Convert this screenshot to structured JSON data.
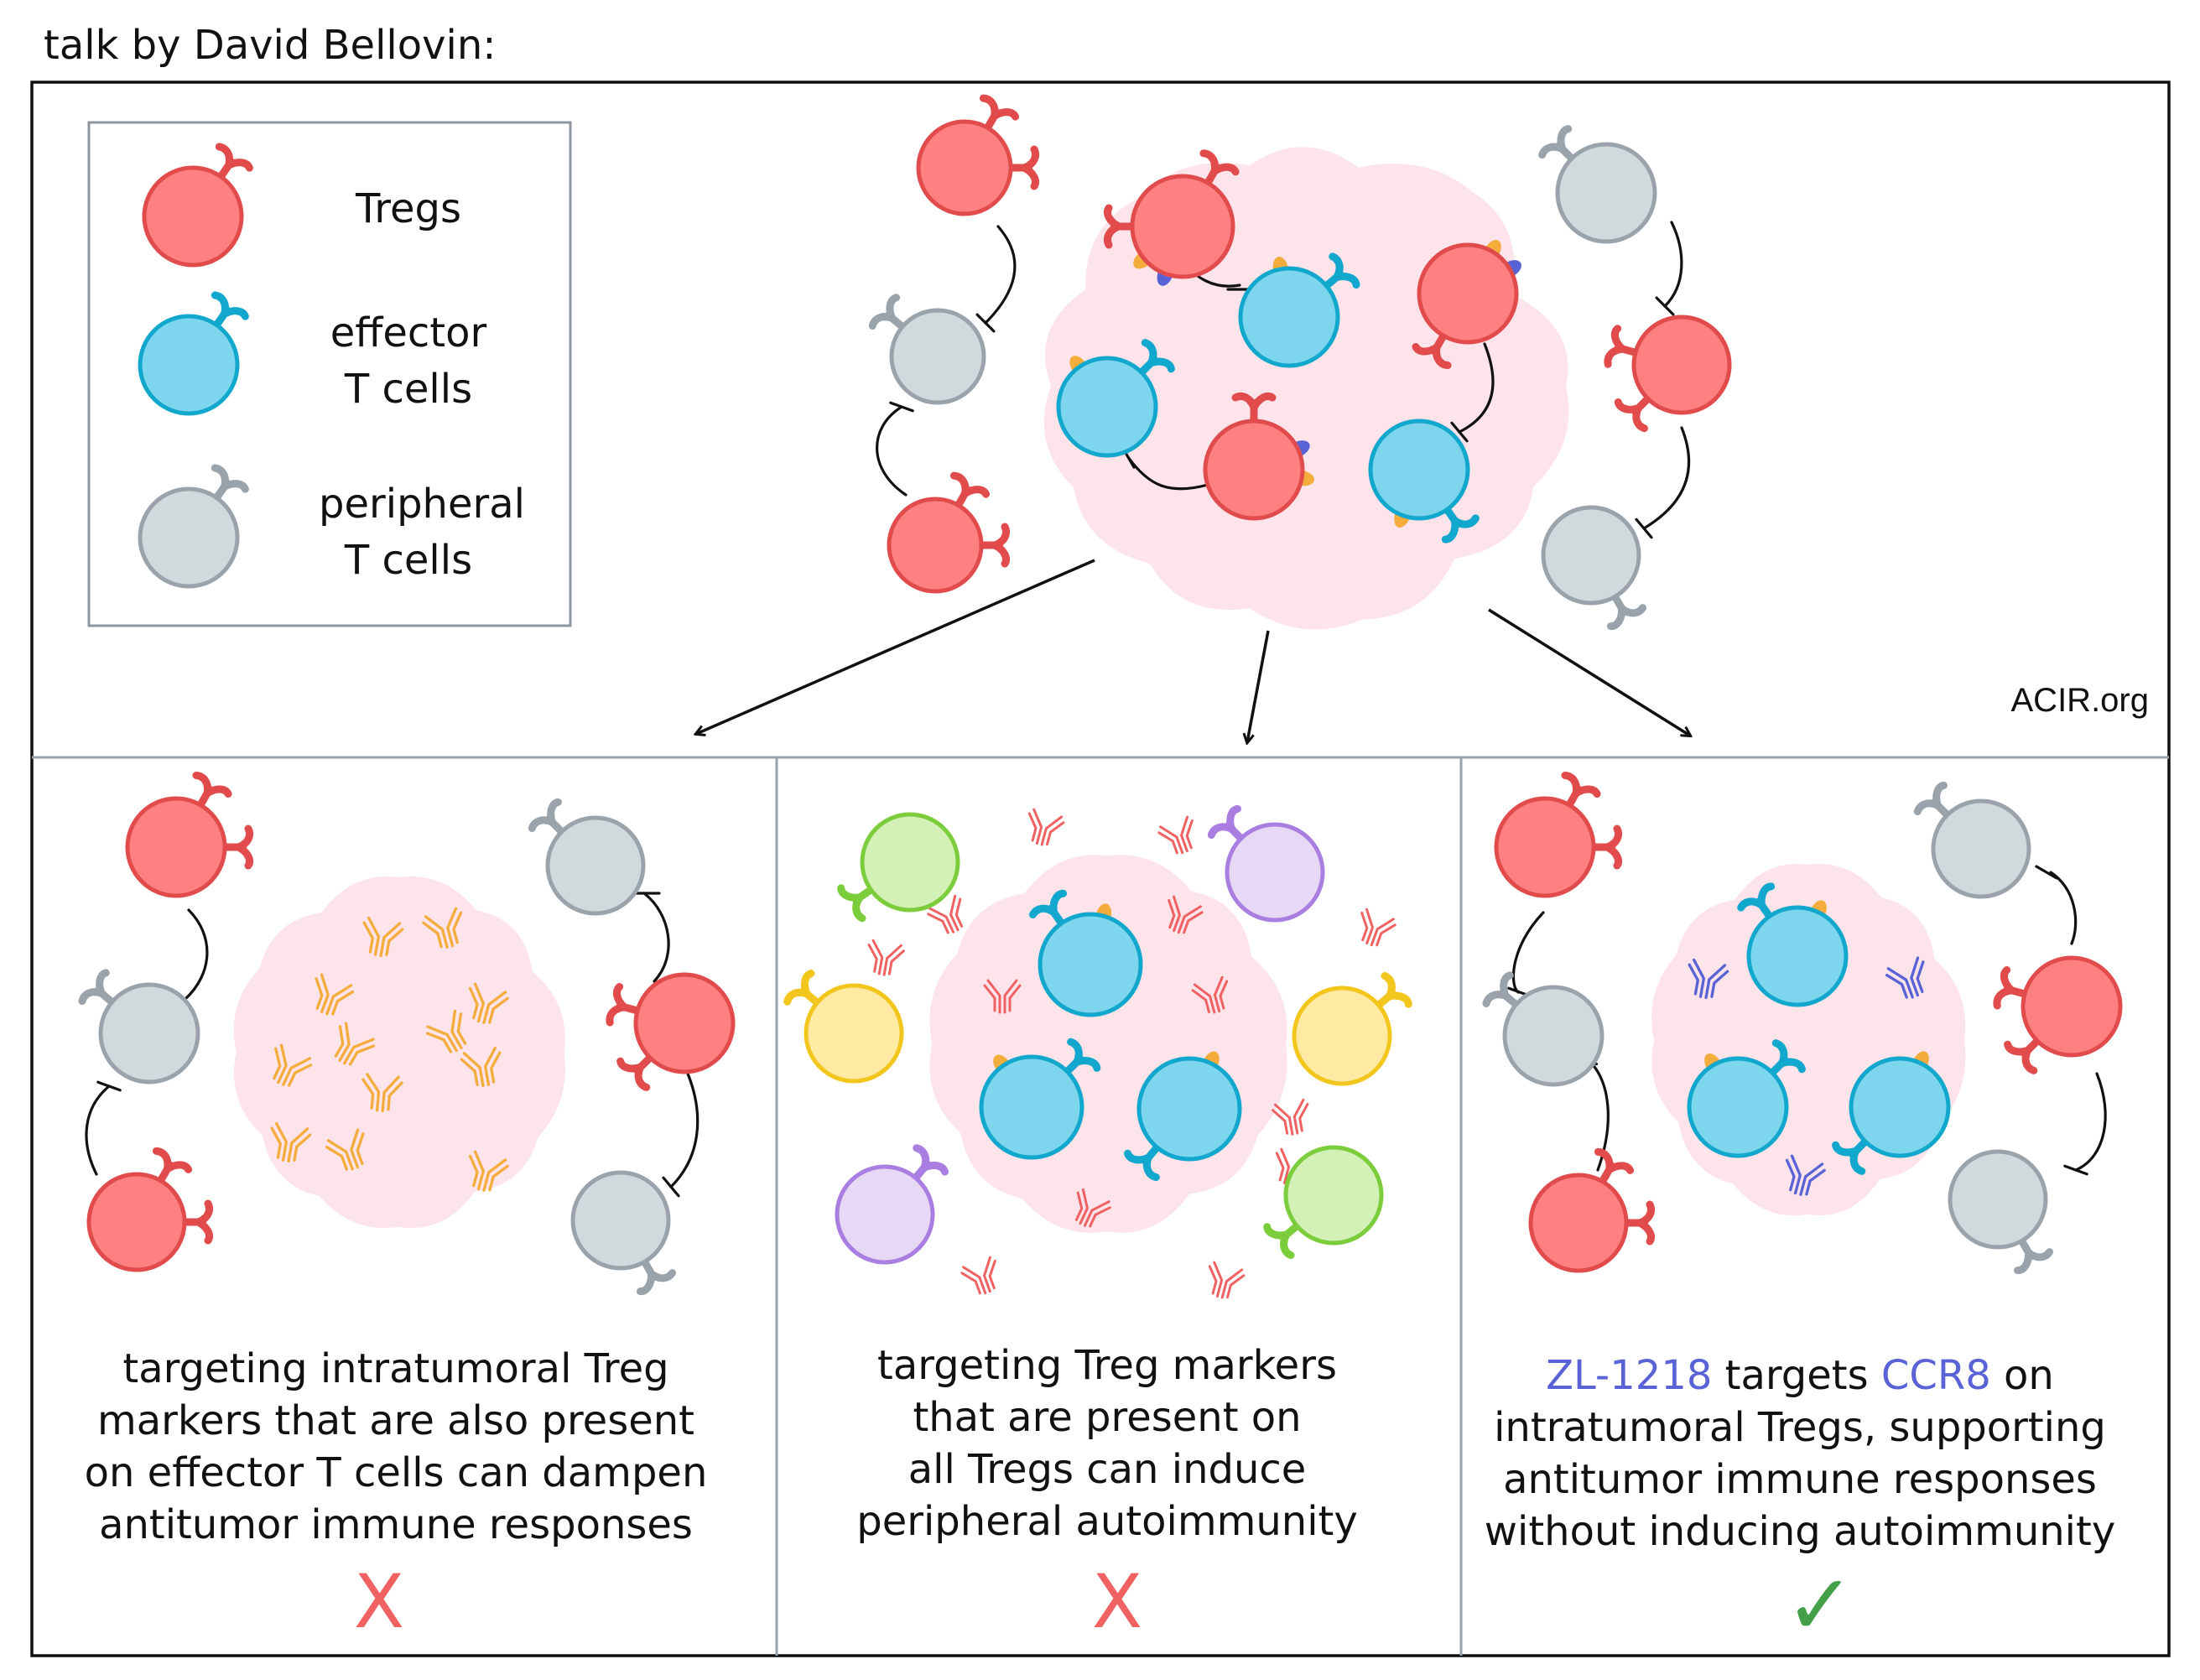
{
  "header": {
    "title": "talk by David Bellovin:"
  },
  "legend": {
    "items": [
      {
        "lines": [
          "Tregs"
        ],
        "color": "#f05a5a"
      },
      {
        "lines": [
          "effector",
          "T cells"
        ],
        "color": "#17b0cf"
      },
      {
        "lines": [
          "peripheral",
          "T cells"
        ],
        "color": "#a3abb3"
      }
    ]
  },
  "credit": "ACIR.org",
  "colors": {
    "treg_fill": "#ff8080",
    "treg_stroke": "#e14b4b",
    "effector_fill": "#7dd6ee",
    "effector_stroke": "#12a7cc",
    "peripheral_fill": "#d2d9dd",
    "peripheral_stroke": "#9aa3ab",
    "tumor": "#fde3ea",
    "green_fill": "#d3f0b6",
    "green_stroke": "#7ccd3c",
    "yellow_fill": "#feeaa2",
    "yellow_stroke": "#f3c61e",
    "purple_fill": "#e7d8f6",
    "purple_stroke": "#a97ee0",
    "antibody_orange": "#f4ad3d",
    "antibody_red": "#f06262",
    "antibody_blue": "#5a63d6",
    "cross": "#f06262",
    "check": "#43a047",
    "highlight": "#5a63d6"
  },
  "panels": [
    {
      "caption": [
        "targeting intratumoral Treg",
        "markers that are also present",
        "on effector T cells can dampen",
        "antitumor immune responses"
      ],
      "verdict": "X",
      "verdict_meaning": "cross"
    },
    {
      "caption": [
        "targeting Treg markers",
        "that are present on",
        "all Tregs can induce",
        "peripheral  autoimmunity"
      ],
      "verdict": "X",
      "verdict_meaning": "cross"
    },
    {
      "caption_line1": {
        "drug": "ZL-1218",
        "mid": " targets ",
        "target": "CCR8",
        "end": " on"
      },
      "caption": [
        "intratumoral Tregs, supporting",
        "antitumor immune responses",
        "without inducing autoimmunity"
      ],
      "verdict": "✓",
      "verdict_meaning": "check"
    }
  ]
}
